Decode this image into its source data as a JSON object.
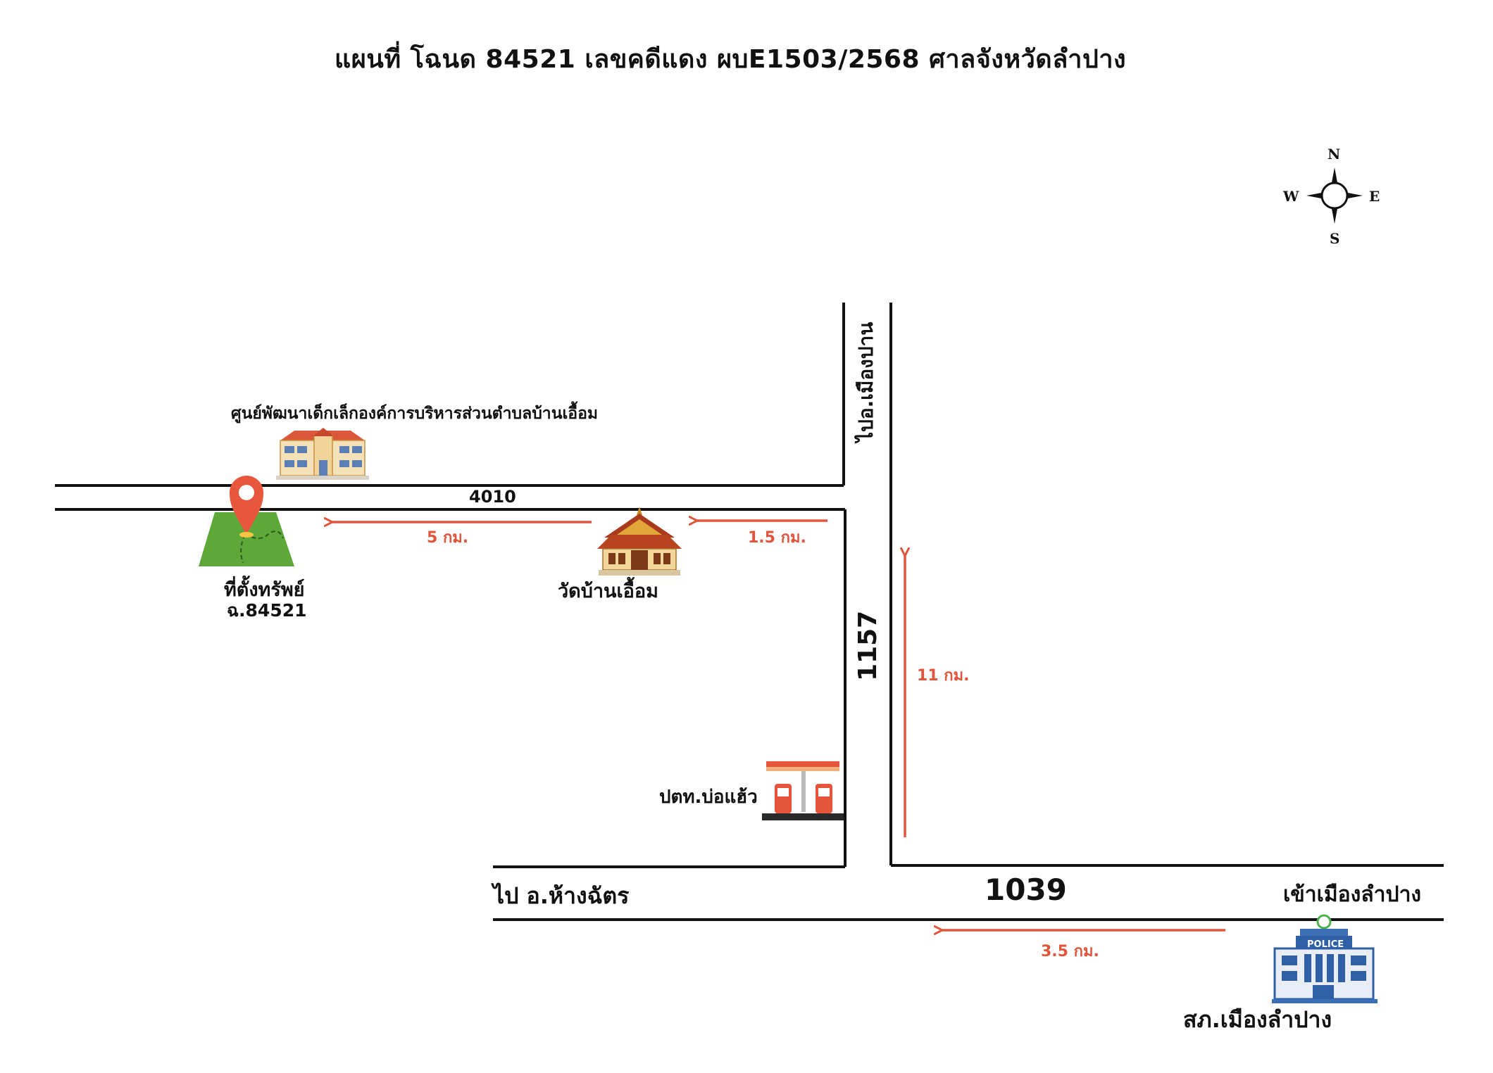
{
  "title": "แผนที่ โฉนด 84521  เลขคดีแดง ผบE1503/2568 ศาลจังหวัดลำปาง",
  "compass": {
    "n": "N",
    "s": "S",
    "e": "E",
    "w": "W"
  },
  "roads": {
    "r4010": "4010",
    "r1157": "1157",
    "r1039": "1039",
    "to_muang_pan": "ไปอ.เมืองปาน",
    "to_hang_chat": "ไป อ.ห้างฉัตร",
    "to_lampang": "เข้าเมืองลำปาง"
  },
  "places": {
    "childcare": "ศูนย์พัฒนาเด็กเล็กองค์การบริหารส่วนตำบลบ้านเอื้อม",
    "property_line1": "ที่ตั้งทรัพย์",
    "property_line2": "ฉ.84521",
    "temple": "วัดบ้านเอื้อม",
    "gas_station": "ปตท.บ่อแฮ้ว",
    "police": "สภ.เมืองลำปาง",
    "police_sign": "POLICE"
  },
  "distances": {
    "d5": "5 กม.",
    "d1_5": "1.5 กม.",
    "d11": "11 กม.",
    "d3_5": "3.5 กม."
  },
  "colors": {
    "road": "#111111",
    "arrow": "#e0553b",
    "pin": "#e8563c",
    "land": "#5ea83a"
  }
}
